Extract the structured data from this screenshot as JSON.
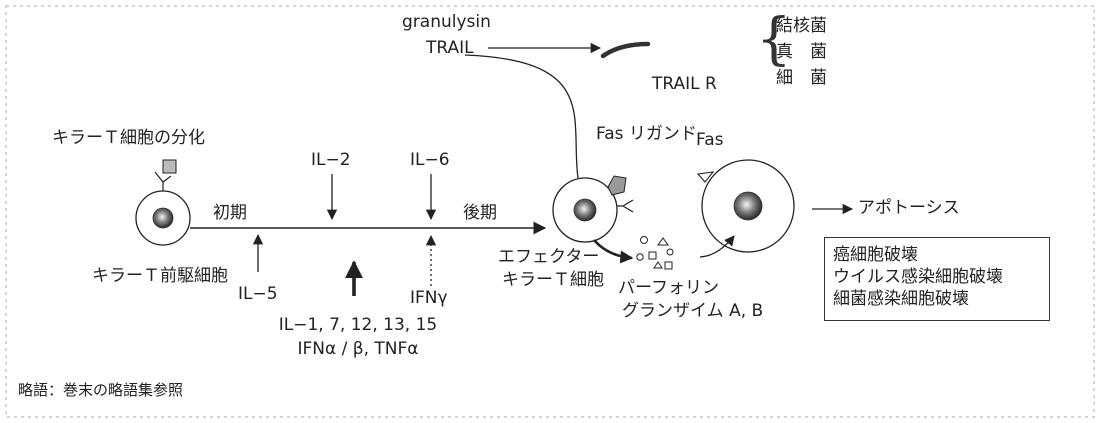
{
  "colors": {
    "ink": "#222222",
    "line": "#333333",
    "background": "#ffffff"
  },
  "labels": {
    "killer_t_diff": "キラーＴ細胞の分化",
    "precursor": "キラーＴ前駆細胞",
    "early": "初期",
    "late": "後期",
    "il2": "IL−2",
    "il6": "IL−6",
    "il5": "IL−5",
    "ifn_gamma": "IFNγ",
    "cytokines_line1": "IL−1, 7, 12, 13, 15",
    "cytokines_line2": "IFNα / β, TNFα",
    "effector_line1": "エフェクター",
    "effector_line2": "キラーＴ細胞",
    "perforin": "パーフォリン",
    "granzyme": "グランザイム A, B",
    "granulysin": "granulysin",
    "trail": "TRAIL",
    "trail_r": "TRAIL R",
    "fas_ligand": "Fas リガンド",
    "fas": "Fas",
    "apoptosis": "アポトーシス",
    "targets": [
      "結核菌",
      "真　菌",
      "細　菌"
    ],
    "destruction": [
      "癌細胞破壊",
      "ウイルス感染細胞破壊",
      "細菌感染細胞破壊"
    ],
    "footnote": "略語：巻末の略語集参照"
  }
}
